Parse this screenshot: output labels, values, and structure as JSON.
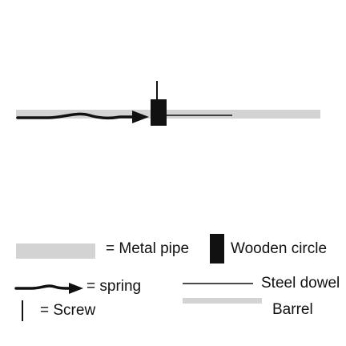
{
  "diagram": {
    "colors": {
      "metal_pipe": "#d3d3d3",
      "barrel": "#d3d3d3",
      "ink": "#111111"
    },
    "parts": [
      "spring",
      "wooden-circle",
      "steel-dowel",
      "screw",
      "barrel"
    ],
    "legend": {
      "metal_pipe": "= Metal pipe",
      "wooden_circle": "Wooden circle",
      "spring": "= spring",
      "steel_dowel": "Steel dowel",
      "screw": "= Screw",
      "barrel": "Barrel"
    }
  }
}
